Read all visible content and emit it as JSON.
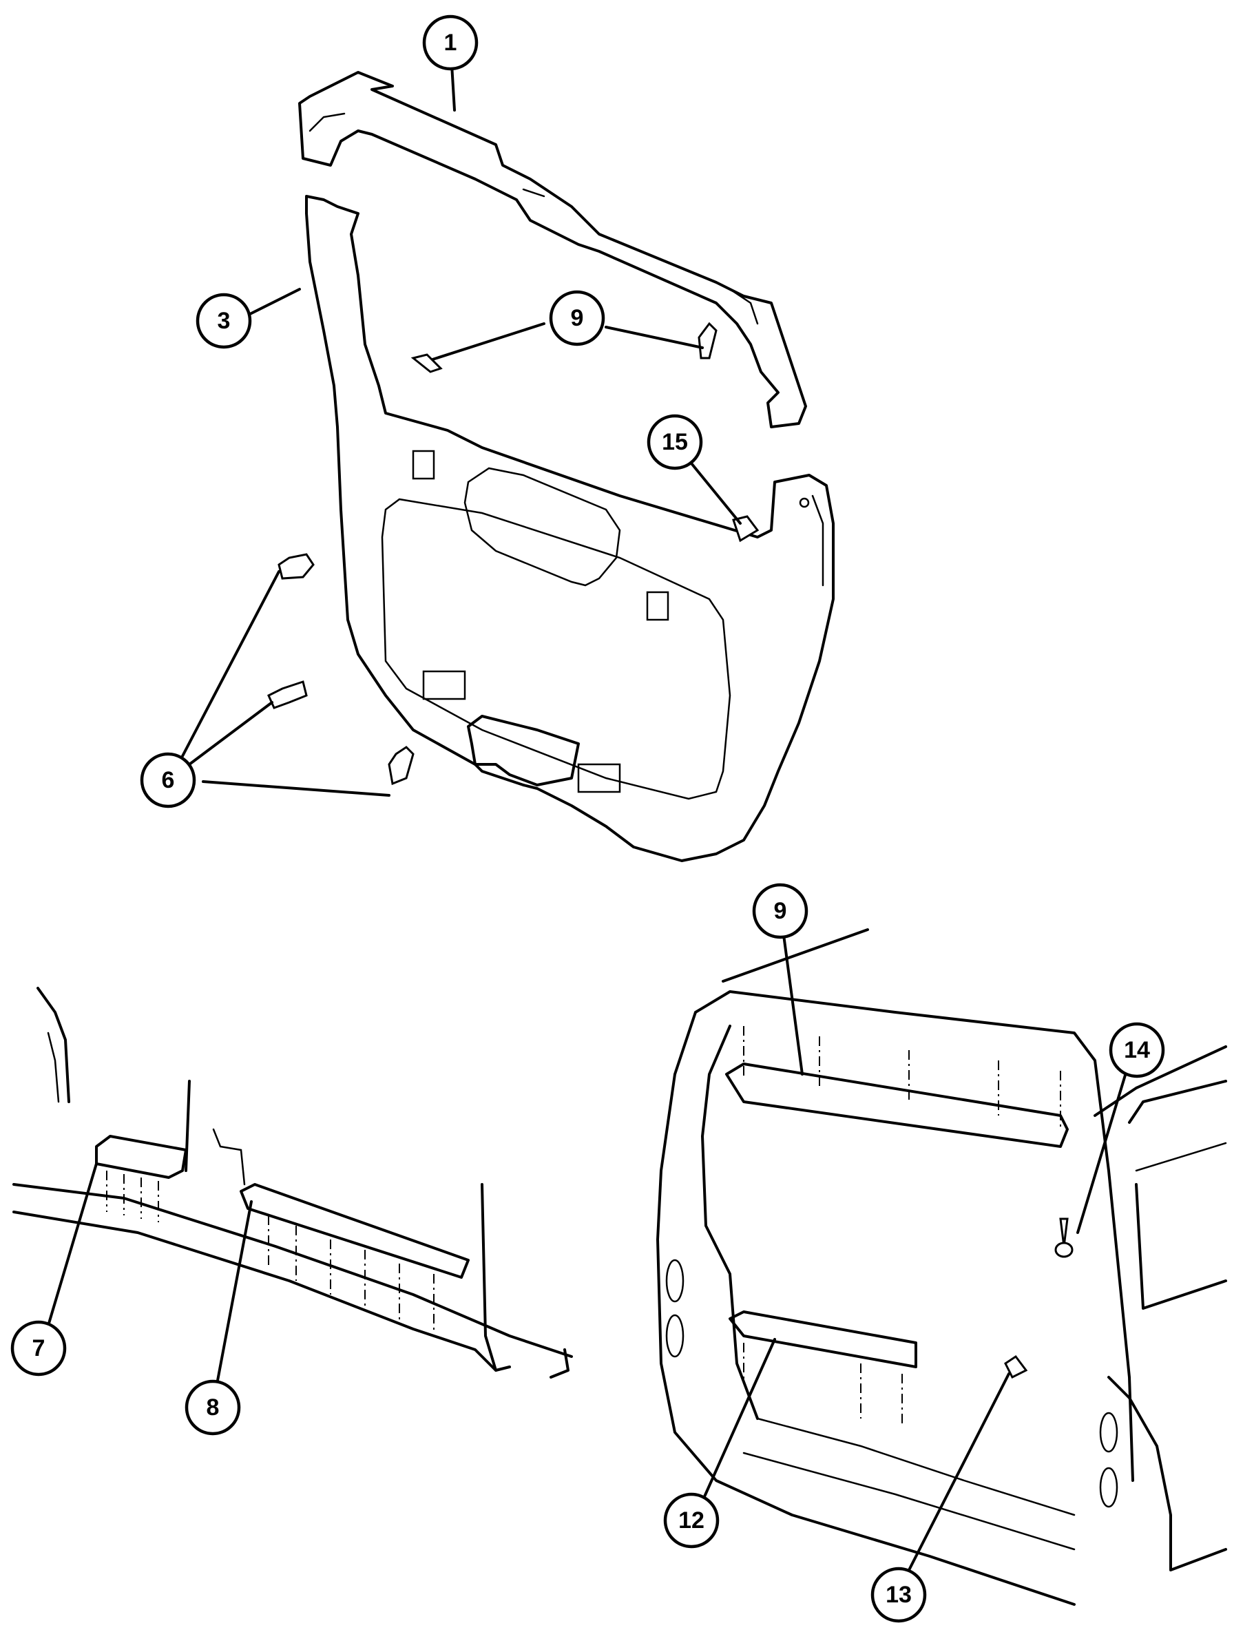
{
  "callouts": {
    "c1": "1",
    "c3": "3",
    "c9_top": "9",
    "c15": "15",
    "c6": "6",
    "c9_bottom": "9",
    "c14": "14",
    "c7": "7",
    "c8": "8",
    "c12": "12",
    "c13": "13"
  }
}
